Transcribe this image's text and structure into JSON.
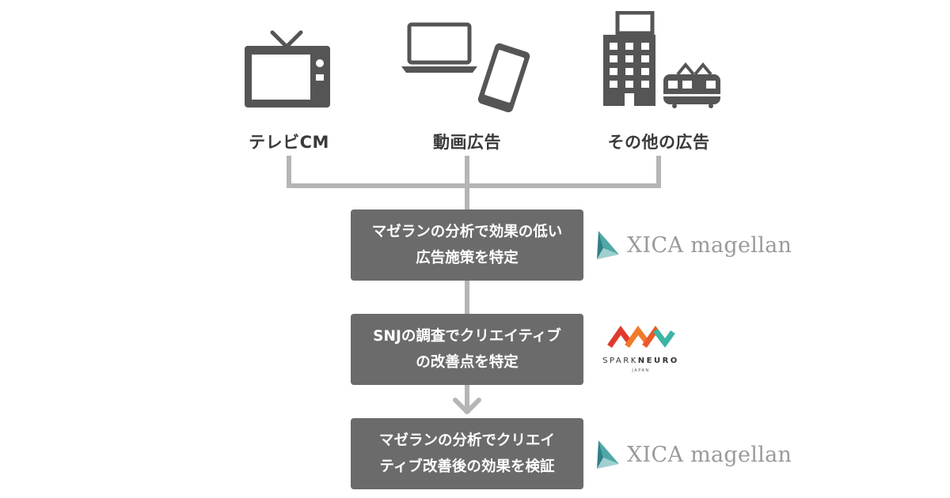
{
  "sources": [
    {
      "label": "テレビCM",
      "icon": "tv-icon"
    },
    {
      "label": "動画広告",
      "icon": "laptop-smartphone-icon"
    },
    {
      "label": "その他の広告",
      "icon": "building-train-icon"
    }
  ],
  "steps": [
    {
      "line1": "マゼランの分析で効果の低い",
      "line2": "広告施策を特定",
      "logo": "xica-magellan"
    },
    {
      "line1": "SNJの調査でクリエイティブ",
      "line2": "の改善点を特定",
      "logo": "spark-neuro"
    },
    {
      "line1": "マゼランの分析でクリエイ",
      "line2": "ティブ改善後の効果を検証",
      "logo": "xica-magellan"
    }
  ],
  "logos": {
    "xica_text": "XICA magellan",
    "spark_left": "SPARK",
    "spark_right": "NEURO",
    "spark_sub": "JAPAN"
  },
  "colors": {
    "icon": "#555555",
    "box": "#6b6b6b",
    "connector": "#b5b5b5",
    "xica_teal": "#4fa8a6",
    "spark_red": "#e03a2f",
    "spark_orange": "#f07b2a",
    "spark_teal": "#3bb5a4"
  }
}
